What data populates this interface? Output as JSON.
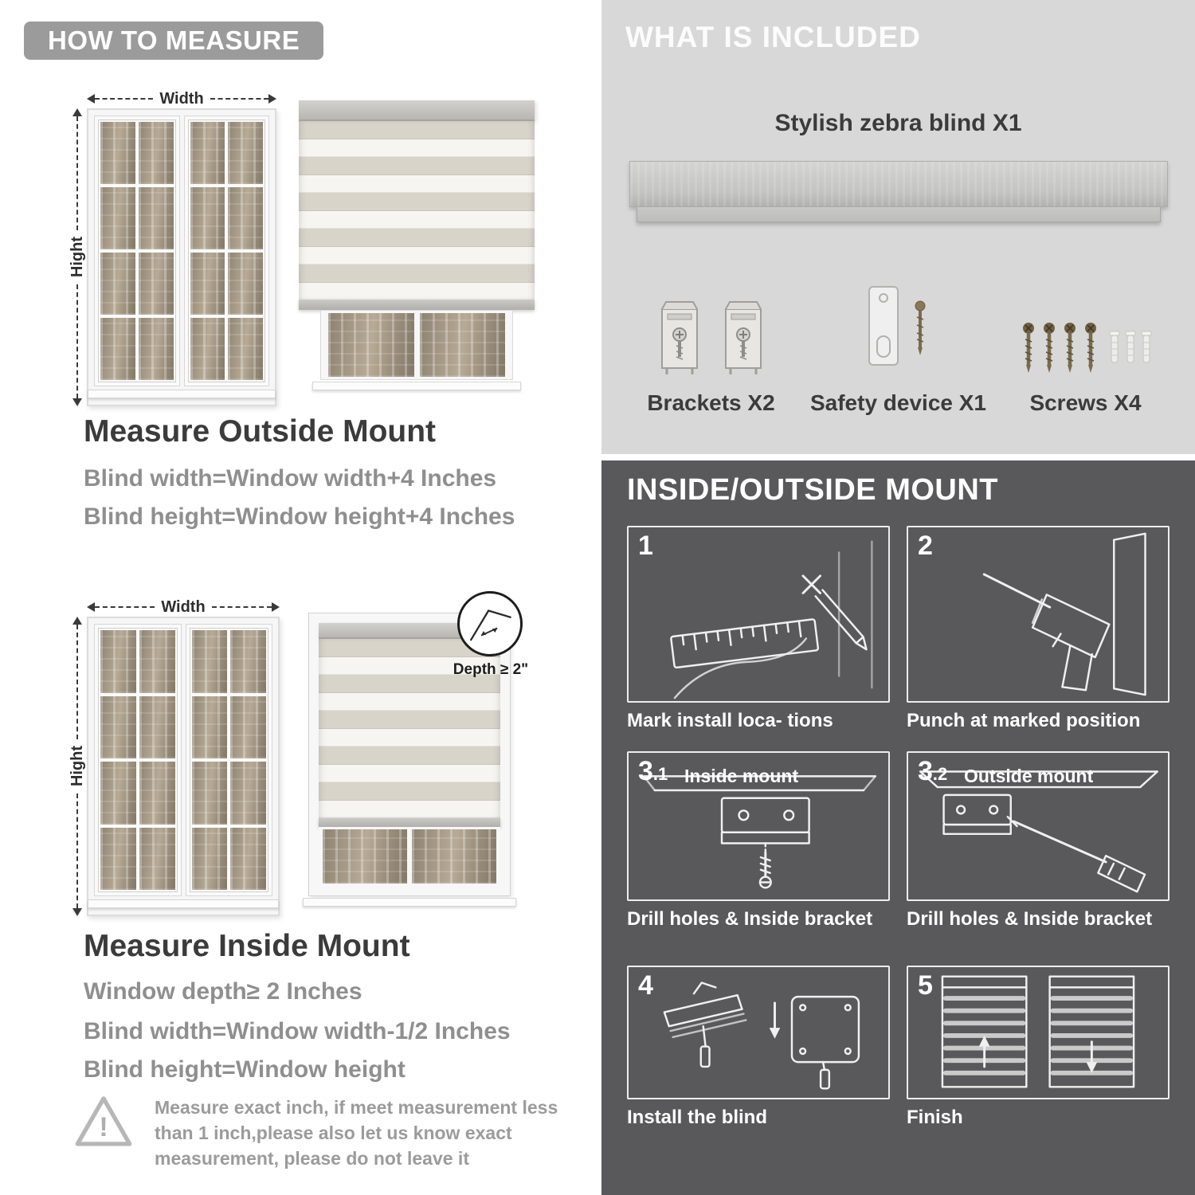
{
  "left": {
    "badge": "HOW TO MEASURE",
    "outside": {
      "width_label": "Width",
      "height_label": "Hight",
      "heading": "Measure Outside Mount",
      "lines": [
        "Blind width=Window width+4 Inches",
        "Blind height=Window height+4 Inches"
      ]
    },
    "inside": {
      "width_label": "Width",
      "height_label": "Hight",
      "depth_label": "Depth ≥ 2\"",
      "heading": "Measure Inside Mount",
      "lines": [
        "Window depth≥ 2 Inches",
        "Blind width=Window width-1/2 Inches",
        "Blind height=Window height"
      ]
    },
    "warning": {
      "mark": "!",
      "text": "Measure exact inch, if meet measurement less than 1 inch,please also let us know exact measurement, please do not leave it"
    }
  },
  "included": {
    "title": "WHAT IS INCLUDED",
    "product": "Stylish zebra blind X1",
    "items": [
      {
        "label": "Brackets X2"
      },
      {
        "label": "Safety device X1"
      },
      {
        "label": "Screws X4"
      }
    ]
  },
  "mount": {
    "heading": "INSIDE/OUTSIDE MOUNT",
    "steps": [
      {
        "num": "1",
        "sub": "",
        "label": "",
        "caption": "Mark install loca- tions"
      },
      {
        "num": "2",
        "sub": "",
        "label": "",
        "caption": "Punch at  marked position"
      },
      {
        "num": "3",
        "sub": ".1",
        "label": "Inside mount",
        "caption": "Drill holes &  Inside bracket"
      },
      {
        "num": "3",
        "sub": ".2",
        "label": "Outside mount",
        "caption": "Drill holes &  Inside bracket"
      },
      {
        "num": "4",
        "sub": "",
        "label": "",
        "caption": "Install the blind"
      },
      {
        "num": "5",
        "sub": "",
        "label": "",
        "caption": "Finish"
      }
    ]
  },
  "colors": {
    "badge_gray": "#9b9b9b",
    "light_panel": "#d8d8d8",
    "dark_panel": "#59595b",
    "heading_dark": "#3b3b3b",
    "body_gray": "#8f8f8f"
  }
}
